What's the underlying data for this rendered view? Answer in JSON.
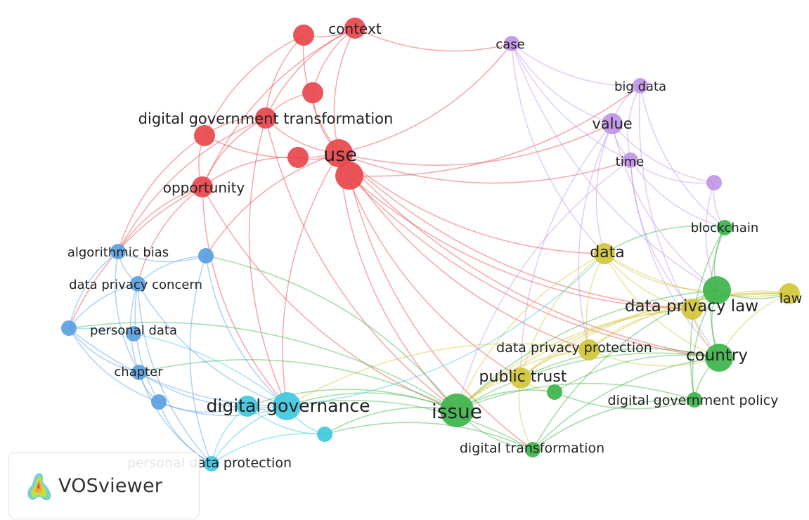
{
  "colors": {
    "red": "#e8474c",
    "purple": "#c195e6",
    "blue": "#5a9fe0",
    "cyan": "#40c8e0",
    "green": "#3db44a",
    "yellow": "#d2c63a"
  },
  "nodes": [
    {
      "id": "context",
      "label": "context",
      "cluster": "red",
      "size": 2
    },
    {
      "id": "red_a",
      "label": "",
      "cluster": "red",
      "size": 2
    },
    {
      "id": "red_b",
      "label": "",
      "cluster": "red",
      "size": 2
    },
    {
      "id": "dgt",
      "label": "digital government transformation",
      "cluster": "red",
      "size": 2
    },
    {
      "id": "red_c",
      "label": "",
      "cluster": "red",
      "size": 2
    },
    {
      "id": "red_d",
      "label": "",
      "cluster": "red",
      "size": 2
    },
    {
      "id": "use",
      "label": "use",
      "cluster": "red",
      "size": 3
    },
    {
      "id": "red_e",
      "label": "",
      "cluster": "red",
      "size": 3
    },
    {
      "id": "opportunity",
      "label": "opportunity",
      "cluster": "red",
      "size": 2
    },
    {
      "id": "case",
      "label": "case",
      "cluster": "purple",
      "size": 1
    },
    {
      "id": "bigdata",
      "label": "big data",
      "cluster": "purple",
      "size": 1
    },
    {
      "id": "value",
      "label": "value",
      "cluster": "purple",
      "size": 2
    },
    {
      "id": "time",
      "label": "time",
      "cluster": "purple",
      "size": 1
    },
    {
      "id": "purple_a",
      "label": "",
      "cluster": "purple",
      "size": 1
    },
    {
      "id": "blockchain",
      "label": "blockchain",
      "cluster": "green",
      "size": 1
    },
    {
      "id": "data",
      "label": "data",
      "cluster": "yellow",
      "size": 2
    },
    {
      "id": "dplaw_g",
      "label": "",
      "cluster": "green",
      "size": 3
    },
    {
      "id": "law",
      "label": "law",
      "cluster": "yellow",
      "size": 2
    },
    {
      "id": "dpl",
      "label": "data privacy law",
      "cluster": "yellow",
      "size": 2
    },
    {
      "id": "dpp",
      "label": "data privacy protection",
      "cluster": "yellow",
      "size": 2
    },
    {
      "id": "country",
      "label": "country",
      "cluster": "green",
      "size": 3
    },
    {
      "id": "publictrust",
      "label": "public trust",
      "cluster": "yellow",
      "size": 2
    },
    {
      "id": "green_a",
      "label": "",
      "cluster": "green",
      "size": 1
    },
    {
      "id": "dgp",
      "label": "digital government policy",
      "cluster": "green",
      "size": 1
    },
    {
      "id": "issue",
      "label": "issue",
      "cluster": "green",
      "size": 4
    },
    {
      "id": "dt",
      "label": "digital transformation",
      "cluster": "green",
      "size": 1
    },
    {
      "id": "algbias",
      "label": "algorithmic bias",
      "cluster": "blue",
      "size": 1
    },
    {
      "id": "blue_a",
      "label": "",
      "cluster": "blue",
      "size": 1
    },
    {
      "id": "dpc",
      "label": "data privacy concern",
      "cluster": "blue",
      "size": 1
    },
    {
      "id": "personaldata",
      "label": "personal data",
      "cluster": "blue",
      "size": 1
    },
    {
      "id": "blue_b",
      "label": "",
      "cluster": "blue",
      "size": 1
    },
    {
      "id": "chapter",
      "label": "chapter",
      "cluster": "blue",
      "size": 1
    },
    {
      "id": "blue_c",
      "label": "",
      "cluster": "blue",
      "size": 1
    },
    {
      "id": "cyan_a",
      "label": "",
      "cluster": "cyan",
      "size": 2
    },
    {
      "id": "dg",
      "label": "digital governance",
      "cluster": "cyan",
      "size": 3
    },
    {
      "id": "cyan_b",
      "label": "",
      "cluster": "cyan",
      "size": 1
    },
    {
      "id": "pdp",
      "label": "personal data protection",
      "cluster": "cyan",
      "size": 1
    }
  ],
  "edges": [
    [
      "context",
      "use"
    ],
    [
      "context",
      "dgt"
    ],
    [
      "context",
      "red_b"
    ],
    [
      "context",
      "case"
    ],
    [
      "context",
      "opportunity"
    ],
    [
      "red_a",
      "use"
    ],
    [
      "red_a",
      "dgt"
    ],
    [
      "red_a",
      "red_c"
    ],
    [
      "red_a",
      "context"
    ],
    [
      "red_b",
      "use"
    ],
    [
      "red_b",
      "dgt"
    ],
    [
      "dgt",
      "use"
    ],
    [
      "dgt",
      "red_c"
    ],
    [
      "dgt",
      "opportunity"
    ],
    [
      "dgt",
      "algbias"
    ],
    [
      "dgt",
      "issue"
    ],
    [
      "dgt",
      "dg"
    ],
    [
      "red_c",
      "opportunity"
    ],
    [
      "red_c",
      "algbias"
    ],
    [
      "red_c",
      "use"
    ],
    [
      "red_d",
      "use"
    ],
    [
      "red_d",
      "opportunity"
    ],
    [
      "use",
      "red_e"
    ],
    [
      "use",
      "value"
    ],
    [
      "use",
      "case"
    ],
    [
      "use",
      "data"
    ],
    [
      "use",
      "issue"
    ],
    [
      "use",
      "publictrust"
    ],
    [
      "use",
      "dpp"
    ],
    [
      "use",
      "time"
    ],
    [
      "use",
      "country"
    ],
    [
      "use",
      "dpl"
    ],
    [
      "use",
      "dg"
    ],
    [
      "use",
      "blue_a"
    ],
    [
      "red_e",
      "dt"
    ],
    [
      "red_e",
      "country"
    ],
    [
      "red_e",
      "dpl"
    ],
    [
      "red_e",
      "bigdata"
    ],
    [
      "opportunity",
      "dpc"
    ],
    [
      "opportunity",
      "dg"
    ],
    [
      "opportunity",
      "algbias"
    ],
    [
      "opportunity",
      "personaldata"
    ],
    [
      "opportunity",
      "issue"
    ],
    [
      "case",
      "value"
    ],
    [
      "case",
      "time"
    ],
    [
      "case",
      "bigdata"
    ],
    [
      "case",
      "data"
    ],
    [
      "case",
      "dplaw_g"
    ],
    [
      "bigdata",
      "value"
    ],
    [
      "bigdata",
      "time"
    ],
    [
      "bigdata",
      "country"
    ],
    [
      "bigdata",
      "blockchain"
    ],
    [
      "value",
      "time"
    ],
    [
      "value",
      "purple_a"
    ],
    [
      "value",
      "data"
    ],
    [
      "value",
      "dplaw_g"
    ],
    [
      "value",
      "dpp"
    ],
    [
      "value",
      "publictrust"
    ],
    [
      "time",
      "purple_a"
    ],
    [
      "time",
      "blockchain"
    ],
    [
      "time",
      "dpl"
    ],
    [
      "time",
      "country"
    ],
    [
      "time",
      "issue"
    ],
    [
      "purple_a",
      "blockchain"
    ],
    [
      "purple_a",
      "dplaw_g"
    ],
    [
      "blockchain",
      "dplaw_g"
    ],
    [
      "blockchain",
      "country"
    ],
    [
      "blockchain",
      "dgp"
    ],
    [
      "blockchain",
      "data"
    ],
    [
      "data",
      "dpl"
    ],
    [
      "data",
      "law"
    ],
    [
      "data",
      "dpp"
    ],
    [
      "data",
      "publictrust"
    ],
    [
      "data",
      "issue"
    ],
    [
      "data",
      "dplaw_g"
    ],
    [
      "data",
      "country"
    ],
    [
      "dplaw_g",
      "law"
    ],
    [
      "dplaw_g",
      "dpl"
    ],
    [
      "dplaw_g",
      "country"
    ],
    [
      "dplaw_g",
      "dgp"
    ],
    [
      "dplaw_g",
      "issue"
    ],
    [
      "dplaw_g",
      "dt"
    ],
    [
      "law",
      "dpl"
    ],
    [
      "law",
      "country"
    ],
    [
      "law",
      "dpp"
    ],
    [
      "law",
      "publictrust"
    ],
    [
      "law",
      "issue"
    ],
    [
      "dpl",
      "dpp"
    ],
    [
      "dpl",
      "publictrust"
    ],
    [
      "dpl",
      "issue"
    ],
    [
      "dpl",
      "country"
    ],
    [
      "dpp",
      "publictrust"
    ],
    [
      "dpp",
      "issue"
    ],
    [
      "dpp",
      "country"
    ],
    [
      "dpp",
      "dg"
    ],
    [
      "country",
      "dgp"
    ],
    [
      "country",
      "issue"
    ],
    [
      "country",
      "dt"
    ],
    [
      "country",
      "green_a"
    ],
    [
      "country",
      "publictrust"
    ],
    [
      "publictrust",
      "issue"
    ],
    [
      "publictrust",
      "dt"
    ],
    [
      "publictrust",
      "green_a"
    ],
    [
      "green_a",
      "issue"
    ],
    [
      "green_a",
      "dgp"
    ],
    [
      "dgp",
      "issue"
    ],
    [
      "dgp",
      "dt"
    ],
    [
      "issue",
      "dt"
    ],
    [
      "issue",
      "dg"
    ],
    [
      "issue",
      "cyan_b"
    ],
    [
      "issue",
      "chapter"
    ],
    [
      "issue",
      "cyan_a"
    ],
    [
      "issue",
      "personaldata"
    ],
    [
      "issue",
      "blue_a"
    ],
    [
      "dt",
      "dg"
    ],
    [
      "dt",
      "cyan_b"
    ],
    [
      "algbias",
      "dpc"
    ],
    [
      "algbias",
      "personaldata"
    ],
    [
      "algbias",
      "chapter"
    ],
    [
      "algbias",
      "blue_a"
    ],
    [
      "blue_a",
      "dpc"
    ],
    [
      "blue_a",
      "dg"
    ],
    [
      "blue_a",
      "pdp"
    ],
    [
      "dpc",
      "personaldata"
    ],
    [
      "dpc",
      "chapter"
    ],
    [
      "dpc",
      "pdp"
    ],
    [
      "dpc",
      "dg"
    ],
    [
      "dpc",
      "blue_c"
    ],
    [
      "personaldata",
      "chapter"
    ],
    [
      "personaldata",
      "blue_c"
    ],
    [
      "personaldata",
      "dg"
    ],
    [
      "chapter",
      "blue_c"
    ],
    [
      "chapter",
      "dg"
    ],
    [
      "chapter",
      "pdp"
    ],
    [
      "blue_c",
      "pdp"
    ],
    [
      "blue_c",
      "dg"
    ],
    [
      "blue_c",
      "cyan_a"
    ],
    [
      "cyan_a",
      "dg"
    ],
    [
      "cyan_a",
      "pdp"
    ],
    [
      "cyan_a",
      "cyan_b"
    ],
    [
      "dg",
      "cyan_b"
    ],
    [
      "dg",
      "pdp"
    ],
    [
      "dg",
      "personaldata"
    ],
    [
      "dg",
      "data"
    ],
    [
      "cyan_b",
      "pdp"
    ]
  ],
  "brand": {
    "name": "VOSviewer"
  }
}
